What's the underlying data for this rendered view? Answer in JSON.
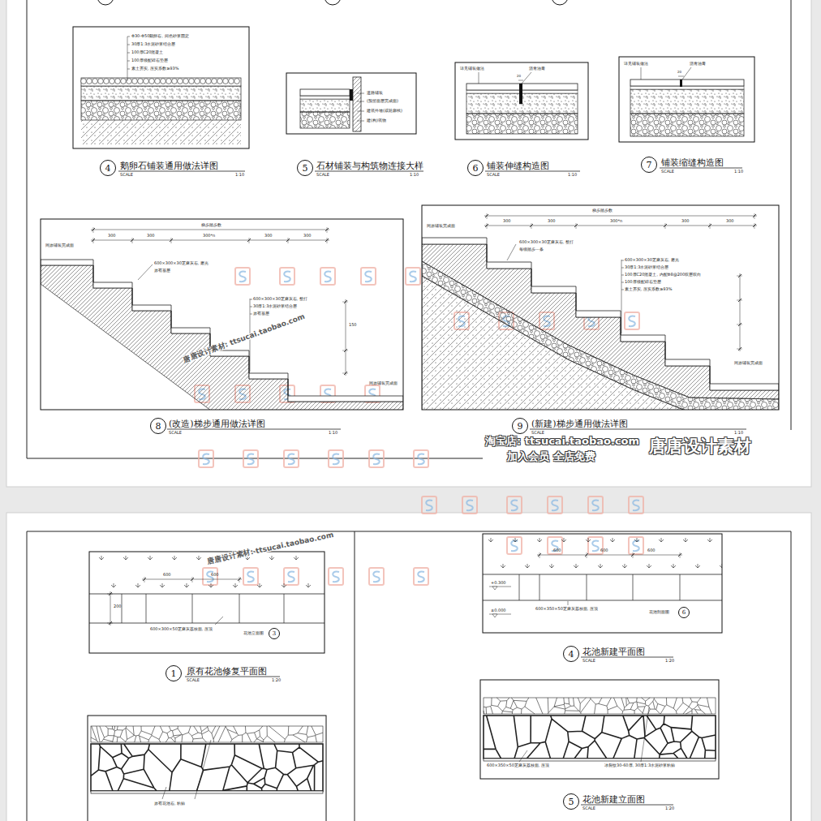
{
  "diagram": {
    "nodes": [
      {
        "text": [
          "4"
        ]
      },
      {
        "text": [
          "5"
        ]
      },
      {
        "text": [
          "6"
        ]
      },
      {
        "text": [
          "7"
        ]
      },
      {
        "text": [
          "8"
        ]
      },
      {
        "text": [
          "9"
        ]
      },
      {
        "text": [
          "3"
        ]
      },
      {
        "text": [
          "1"
        ]
      },
      {
        "text": [
          "6"
        ]
      },
      {
        "text": [
          "4"
        ]
      },
      {
        "text": [
          "5"
        ]
      }
    ],
    "labels": [
      "Φ30-Φ50鹅卵石, 间色砂浆固定",
      "30厚1:3水泥砂浆结合层",
      "100厚C20混凝土",
      "100厚级配碎石垫层",
      "素土夯实, 压实系数≥93%",
      "鹅卵石铺装通用做法详图",
      "SCALE",
      "1:10",
      "道路铺装",
      "(预留面层完成面)",
      "建筑外墙(或轮廓线)",
      "建(构)筑物",
      "石材铺装与构筑物连接大样",
      "SCALE",
      "1:10",
      "详见铺装做法",
      "沥青油膏",
      "20",
      "铺装伸缝构造图",
      "SCALE",
      "1:10",
      "详见铺装做法",
      "沥青油膏",
      "20",
      "铺装缩缝构造图",
      "SCALE",
      "1:10",
      "同原铺装完成面",
      "梯步踏步数",
      "300",
      "300",
      "300*n",
      "300",
      "300",
      "600×300×30芝麻灰石, 磨光",
      "原有基层",
      "600×300×30芝麻灰石, 整打",
      "30厚1:3水泥砂浆结合层",
      "原有基层",
      "150",
      "同原铺装完成面",
      "(改造)梯步通用做法详图",
      "SCALE",
      "1:10",
      "同原铺装完成面",
      "梯步踏步数",
      "300",
      "300",
      "300*n",
      "300",
      "300",
      "600×300×30芝麻灰石, 整打",
      "每级踏步一条",
      "600×300×30芝麻灰石, 磨光",
      "30厚1:3水泥砂浆结合层",
      "100厚C20混凝土, 内配Φ8@200双层双向",
      "100厚级配碎石垫层",
      "素土夯实, 压实系数≥93%",
      "同原铺装完成面",
      "(新建)梯步通用做法详图",
      "SCALE",
      "1:10",
      "淘宝店: ttsucai.taobao.com",
      "加入会员 全店免费",
      "唐唐设计素材",
      "唐唐设计素材: ttsucai.taobao.com",
      "600",
      "600",
      "200",
      "600×300×50芝麻灰荔枝面, 压顶",
      "花池立面图",
      "原有花池修复平面图",
      "SCALE",
      "1:20",
      "唐唐设计素材: ttsucai.taobao.com",
      "600",
      "600",
      "600",
      "+0.300",
      "±0.000",
      "600×350×50芝麻灰荔枝面, 压顶",
      "花池剖面图",
      "花池新建平面图",
      "SCALE",
      "1:20",
      "600×350×50芝麻灰荔枝面, 压顶",
      "冰裂纹30-60厚, 30厚1:3水泥砂浆粘贴",
      "花池新建立面图",
      "SCALE",
      "1:20",
      "原有花池石, 粘贴"
    ]
  }
}
